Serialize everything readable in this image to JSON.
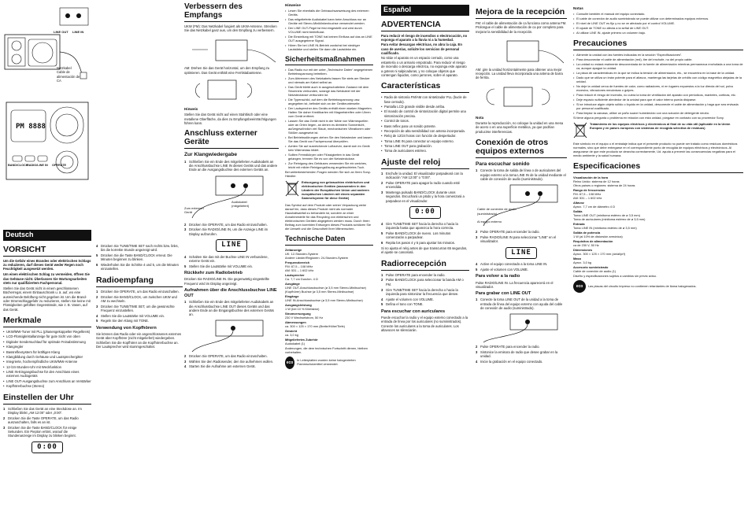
{
  "hero": {
    "callout_power": "Netzkabel\nCable de\nalimentación de\nCA",
    "lbl_line_out": "LINE OUT",
    "lbl_line_in": "LINE IN",
    "btn_bandclock": "BAND/CLOCK",
    "btn_radioline": "RADIO/LINE IN",
    "btn_operate": "OPERATE",
    "lcd": "PM 8888"
  },
  "de": {
    "lang": "Deutsch",
    "vorsicht_title": "VORSICHT",
    "vorsicht_bold": "Um die Gefahr eines Brandes oder elektrischen Schlags zu reduzieren, darf dieses Gerät weder Regen noch Feuchtigkeit ausgesetzt werden.",
    "vorsicht_bold2": "Um einen elektrischen Schlag zu vermeiden, öffnen Sie das Gehäuse nicht. Überlassen Sie Wartungsarbeiten stets nur qualifiziertem Fachpersonal.",
    "vorsicht_text": "Stellen Sie das Gerät nicht in einem geschlossenen Bücherregal, einem Einbauschrank u. ä. auf, wo eine ausreichende Belüftung nicht gegeben ist. Um die Brand- oder Stromschlaggefahr zu reduzieren, stellen Sie keine mit Flüssigkeiten gefüllten Gegenstände, wie z. B. Vasen, auf das Gerät.",
    "merkmale_title": "Merkmale",
    "merkmale": [
      "UKW/MW-Tuner mit PLL (phasengekoppelter Regelkreis)",
      "LCD-Flüssigkristallanzeige für gute Sicht von oben",
      "Digitaler Sendersuchlauf für optimale Feinabstimmung",
      "Klangregler",
      "Bassreflexsystem für kräftigen Klang",
      "Klangbildung durch Gehäuse und Lautsprechergitter",
      "Integrierte, hochempfindliche UKW/MW-Antenne",
      "12-/24-Stunden-Uhr mit Weckfunktion",
      "LINE IN-Eingangsbuchse für den Anschluss eines externen Audiogeräts",
      "LINE OUT-Ausgangsbuchse zum Anschluss an Verstärker",
      "Kopfhörerbuchse (Stereo)"
    ],
    "uhr_title": "Einstellen der Uhr",
    "uhr_steps": [
      "Schließen Sie das Gerät an eine Steckdose an. Im Display blinkt „AM 12:00“ oder „0:00“.",
      "Drücken Sie die Taste OPERATE, um das Radio auszuschalten, falls es an ist.",
      "Drücken Sie die Taste BAND/CLOCK für einige Sekunden. Ein Piepton ertönt, worauf die Stundenanzeige im Display zu blinken beginnt."
    ],
    "lcd": "0:00",
    "steps2": [
      "Drücken Sie TUNE/TIME SET nach rechts bzw. links, bis die korrekte Stunde angezeigt wird.",
      "Drücken Sie die Taste BAND/CLOCK erneut. Die Minuten beginnen zu blinken.",
      "Wiederholen Sie die Schritte 4 und 5, um die Minuten einzustellen."
    ],
    "radio_title": "Radioempfang",
    "radio_steps": [
      "Drücken Sie OPERATE, um das Radio einzuschalten.",
      "Drücken Sie BAND/CLOCK, um zwischen UKW und AM zu wechseln.",
      "Drücken Sie TUNE/TIME SET, um die gewünschte Frequenz einzustellen.",
      "Stellen Sie die Lautstärke mit VOLUME ein.",
      "Regeln Sie den Klang mit TONE."
    ],
    "kopf_title": "Verwendung von Kopfhörern",
    "kopf_text": "Sie können das Radio oder ein angeschlossenes externes Gerät über Kopfhörer (nicht mitgeliefert) wiedergeben. Schließen Sie die Kopfhörer an die Kopfhörerbuchse an. Der Lautsprecher wird stummgeschaltet.",
    "empf_title": "Verbessern des Empfangs",
    "empf_ukw": "UKW (FM): Das Netzkabel fungiert als UKW-Antenne. Strecken Sie das Netzkabel ganz aus, um den Empfang zu verbessern.",
    "empf_am": "AM: Drehen Sie das Gerät horizontal, um den Empfang zu optimieren. Das Gerät enthält eine Ferritstabantenne.",
    "hinweis_title": "Hinweis",
    "hinweis_text": "Stellen Sie das Gerät nicht auf einen Stahltisch oder eine metallene Oberfläche, da dies zu Empfangsbeeinträchtigungen führen kann.",
    "ext_title": "Anschluss externer Geräte",
    "ext_sub": "Zur Klangwiedergabe",
    "ext_steps": [
      "Schließen Sie ein Ende des mitgelieferten Audiokabels an die Anschlussbuchse LINE IN dieses Geräts und das andere Ende an die Ausgangsbuchse des externen Geräts an.",
      "Drücken Sie OPERATE, um das Radio einzuschalten.",
      "Drücken Sie RADIO/LINE IN, um die Anzeige LINE im Display aufzurufen."
    ],
    "cable_label": "Audiokabel\n(mitgeliefert)",
    "ext_device": "Zum externen\nGerät",
    "lcd_line": "LINE",
    "ext_steps2": [
      "Schalten Sie das mit der Buchse LINE IN verbundene, externe Gerät ein.",
      "Stellen Sie die Lautstärke mit VOLUME ein."
    ],
    "rueck_title": "Rückkehr zum Radiobetrieb",
    "rueck_text": "Drücken Sie RADIO/LINE IN. Die gegenwärtig eingestellte Frequenz wird im Display angezeigt.",
    "auf_title": "Aufnahmen über die Anschlussbuchse LINE OUT",
    "auf_steps": [
      "Schließen Sie ein Ende des mitgelieferten Audiokabels an die Anschlussbuchse LINE OUT dieses Geräts und das andere Ende an die Eingangsbuchse des externen Geräts an.",
      "Drücken Sie OPERATE, um das Radio einzuschalten.",
      "Wählen Sie den Radiosender, den Sie aufnehmen wollen.",
      "Starten Sie die Aufnahme am externen Gerät."
    ],
    "hinweise_title": "Hinweise",
    "hinweise": [
      "Lesen Sie ebenfalls die Gebrauchsanweisung des externen Geräts.",
      "Das mitgelieferte Audiokabel kann beim Anschluss nur an Geräte mit Stereo-Miniklinkenbuchse verwendet werden.",
      "Der LINE OUT-Pegel ist fest eingestellt und wird durch VOLUME nicht beeinflusst.",
      "Die Einstellung mit TONE hat keinen Einfluss auf das an LINE OUT ausgegebene Signal.",
      "Hören Sie bei LINE IN-Betrieb zunächst bei niedriger Lautstärke und stellen Sie dann die Lautstärke ein."
    ],
    "sich_title": "Sicherheitsmaßnahmen",
    "sich": [
      "Das Radio nur mit der unter „Technische Daten“ angegebenen Betriebsspannung betreiben.",
      "Zum Abtrennen des Netzkabels fassen Sie stets am Stecker und niemals am Kabel selbst an.",
      "Das Gerät bleibt auch in ausgeschaltetem Zustand mit dem Stromnetz verbunden, solange das Netzkabel mit der Netzsteckdose verbunden ist.",
      "Die Typenschild, auf dem die Betriebsspannung usw. angegeben ist, befindet sich an der Geräteunterseite.",
      "Der Lautsprecher des Geräts enthält einen starken Magneten. Halten Sie daher Kreditkarten mit Magnetstreifen oder Uhren vom Gerät entfernt.",
      "Lassen Sie das Gerät nicht in der Nähe von Wärmequellen oder an Orten liegen, an denen es direktem Sonnenlicht, außergewöhnlich viel Staub, mechanischen Vibrationen oder Stößen ausgesetzt ist.",
      "Bei Betriebsstörungen ziehen Sie den Netzstecker und lassen Sie das Gerät von Fachpersonal überprüfen.",
      "Achten Sie auf ausreichende Luftzufuhr, damit sich im Gerät kein Wärmestau bildet.",
      "Sollten Fremdkörper oder Flüssigkeiten in das Gerät gelangen, trennen Sie es von der Netzsteckdose.",
      "Zur Reinigung des Gehäuses verwenden Sie ein weiches, leicht mit milder Reinigungslösung angefeuchtetes Tuch."
    ],
    "sich_footer": "Bei weiterbestehenden Fragen wenden Sie sich an Ihren Sony-Händler.",
    "entsorg_title": "Entsorgung von gebrauchten elektrischen und elektronischen Geräten (anzuwenden in den Ländern der Europäischen Union und anderen europäischen Ländern mit einem separaten Sammelsystem für diese Geräte)",
    "entsorg_text": "Das Symbol auf dem Produkt oder seiner Verpackung weist darauf hin, dass dieses Produkt nicht als normaler Haushaltsabfall zu behandeln ist, sondern an einer Annahmestelle für das Recycling von elektrischen und elektronischen Geräten abgegeben werden muss. Durch Ihren Beitrag zum korrekten Entsorgen dieses Produkts schützen Sie die Umwelt und die Gesundheit Ihrer Mitmenschen.",
    "tech_title": "Technische Daten",
    "tech": [
      {
        "h": "Zeitanzeige",
        "v": "UK: 12-Stunden-System\nAndere Länder/Regionen: 24-Stunden-System"
      },
      {
        "h": "Frequenzbereich",
        "v": "FM: 87,5 – 108 MHz\nAM: 531 – 1 602 kHz"
      },
      {
        "h": "Lautsprecher",
        "v": "Ca. 7,7 cm Durchm. 4 Ω"
      },
      {
        "h": "Ausgänge",
        "v": "LINE OUT-Anschlussbuchse (ø 3,5 mm Stereo-Minibuchse)\n(Kopfhörer) Buchse (ø 3,5 mm Stereo-Minibuchse)"
      },
      {
        "h": "Eingänge",
        "v": "LINE IN-Anschlussbuchse (ø 3,5 mm Stereo-Minibuchse)"
      },
      {
        "h": "Ausgangsleistung",
        "v": "1 W (bei 10 % Klirrfaktor)"
      },
      {
        "h": "Stromversorgung",
        "v": "230 V Wechselstrom, 50 Hz"
      },
      {
        "h": "Abmessungen",
        "v": "ca. 300 × 125 × 170 mm (Breite/Höhe/Tiefe)"
      },
      {
        "h": "Gewicht",
        "v": "ca. 3,0 kg"
      },
      {
        "h": "Mitgeliefertes Zubehör",
        "v": "Audiokabel (1)"
      }
    ],
    "tech_footer": "Änderungen, die dem technischen Fortschritt dienen, bleiben vorbehalten.",
    "eco_text": "In Leiterplatten wurden keine halogenierten Flammschutzmittel verwendet."
  },
  "es": {
    "lang": "Español",
    "adv_title": "ADVERTENCIA",
    "adv_bold": "Para reducir el riesgo de incendios o electrocución, no exponga el aparato a la lluvia ni a la humedad.",
    "adv_bold2": "Para evitar descargas eléctricas, no abra la caja. En caso de averías, solicite los servicios de personal cualificado.",
    "adv_text": "No sitúe el aparato en un espacio cerrado, como una estantería o un armario empotrado. Para reducir el riesgo de incendio o descarga eléctrica, no exponga este aparato a goteos ni salpicaduras, y no coloque objetos que contengan líquidos, como jarrones, sobre el aparato.",
    "car_title": "Características",
    "car": [
      "Radio de sintonía FM/AM con sintetizador PLL (bucle de fase cerrado).",
      "Pantalla LCD grande visible desde arriba.",
      "El mando de control de sintonización digital permite una sintonización precisa.",
      "Control de tonos.",
      "Bass reflex para un sonido potente.",
      "Recepción de alta sensibilidad con antena incorporada.",
      "Reloj de 12/24 horas con función de despertador.",
      "Toma LINE IN para conectar un equipo externo.",
      "Toma LINE OUT para grabación.",
      "Toma de auriculares estéreo."
    ],
    "reloj_title": "Ajuste del reloj",
    "reloj_steps": [
      "Enchufe la unidad. El visualizador parpadeará con la indicación “AM 12:00” o “0:00”.",
      "Pulse OPERATE para apagar la radio cuando esté encendida.",
      "Mantenga pulsado BAND/CLOCK durante unos segundos. Escuchará un pitido y la hora comenzará a parpadear en el visualizador."
    ],
    "lcd": "0:00",
    "reloj_steps2": [
      "Gire TUNE/TIME SET hacia la derecha o hacia la izquierda hasta que aparezca la hora correcta.",
      "Pulse BAND/CLOCK de nuevo. Los minutos comenzarán a parpadear.",
      "Repita los pasos 4 y 5 para ajustar los minutos."
    ],
    "reloj_note": "Si no ajusta el reloj antes de que transcurran 65 segundos, el ajuste se cancelará.",
    "rec_title": "Radiorrecepción",
    "rec_steps": [
      "Pulse OPERATE para encender la radio.",
      "Pulse BAND/CLOCK para seleccionar la banda AM o FM.",
      "Gire TUNE/TIME SET hacia la derecha o hacia la izquierda para sintonizar la frecuencia que desee.",
      "Ajuste el volumen con VOLUME.",
      "Defina el tono con TONE."
    ],
    "auric_title": "Para escuchar con auriculares",
    "auric_text": "Puede escuchar la radio y el equipo externo conectado a la entrada de línea por los auriculares (no suministrados). Conecte los auriculares a la toma de auriculares. Los altavoces se silenciarán.",
    "mejora_title": "Mejora de la recepción",
    "mejora_fm": "FM: el cable de alimentación de ca funciona como antena FM. Prolongue el cable de alimentación de ca por completo para mejorar la sensibilidad de la recepción.",
    "mejora_am": "AM: gire la unidad horizontalmente para obtener una mejor recepción. La unidad lleva incorporada una antena de barra de ferrita.",
    "nota_title": "Nota",
    "nota_text": "Durante la reproducción, no coloque la unidad en una mesa de acero o en una superficie metálica, ya que podrían producirse interferencias.",
    "con_title": "Conexión de otros equipos externos",
    "con_sub": "Para escuchar sonido",
    "con_steps": [
      "Conecte la toma de salida de línea o de auriculares del equipo externo a la toma LINE IN de la unidad mediante el cable de conexión de audio (suministrado)."
    ],
    "cable_label": "Cable de conexión de audio (suministrado)",
    "ext_device": "Al equipo externo",
    "con_steps2": [
      "Pulse OPERATE para encender la radio.",
      "Pulse RADIO/LINE IN para seleccionar “LINE” en el visualizador."
    ],
    "lcd_line": "LINE",
    "con_steps3": [
      "Active el equipo conectado a la toma LINE IN.",
      "Ajuste el volumen con VOLUME."
    ],
    "volver_title": "Para volver a la radio",
    "volver_text": "Pulse RADIO/LINE IN. La frecuencia aparecerá en el visualizador.",
    "grabar_title": "Para grabar con LINE OUT",
    "grabar_steps": [
      "Conecte la toma LINE OUT de la unidad a la toma de entrada de línea del equipo externo con ayuda del cable de conexión de audio (suministrado).",
      "Pulse OPERATE para encender la radio.",
      "Sintonice la emisora de radio que desee grabar en la unidad.",
      "Inicie la grabación en el equipo conectado."
    ],
    "notas_title": "Notas",
    "notas": [
      "Consulte también el manual del equipo conectado.",
      "El cable de conexión de audio suministrado se puede utilizar con determinados equipos externos.",
      "El nivel de LINE OUT es fijo y no se ve afectado por el control VOLUME.",
      "El ajuste de TONE no afecta a la señal de LINE OUT.",
      "Al utilizar LINE IN, ajuste primero un volumen bajo."
    ],
    "prec_title": "Precauciones",
    "prec": [
      "Alimente la unidad con las fuentes indicadas en la sección “Especificaciones”.",
      "Para desconectar el cable de alimentación (red), tire del enchufe, no del propio cable.",
      "La unidad no estará realmente desconectada de la fuente de alimentación mientras permanezca enchufada a una toma de ca, aunque apague la unidad.",
      "La placa de características en la que se indica la tensión de alimentación, etc., se encuentra en la base de la unidad.",
      "Dado que se utiliza un imán potente para el altavoz, mantenga las tarjetas de crédito con código magnético alejadas de la unidad.",
      "No deje la unidad cerca de fuentes de calor, como radiadores, ni en lugares expuestos a la luz directa del sol, polvo excesivo, vibraciones mecánicas o golpes.",
      "Para reducir el riesgo de incendio, no cubra la toma de ventilación del aparato con periódicos, manteles, cortinas, etc.",
      "Deje espacio suficiente alrededor de la unidad para que el calor interno pueda disiparse.",
      "Si se introduce algún objeto sólido o líquido en la unidad, desconecte el cable de alimentación y haga que sea revisada por personal cualificado.",
      "Para limpiar la carcasa, utilice un paño suave humedecido con una solución de detergente neutro."
    ],
    "prec_footer": "Si tiene alguna pregunta o problema en relación con esta unidad, póngase en contacto con su proveedor Sony.",
    "trat_title": "Tratamiento de los equipos eléctricos y electrónicos al final de su vida útil (aplicable en la Unión Europea y en países europeos con sistemas de recogida selectiva de residuos)",
    "trat_text": "Este símbolo en el equipo o el embalaje indica que el presente producto no puede ser tratado como residuos domésticos normales, sino que debe entregarse en el correspondiente punto de recogida de equipos eléctricos y electrónicos. Al asegurarse de que este producto se desecha correctamente, Ud. ayuda a prevenir las consecuencias negativas para el medio ambiente y la salud humana.",
    "esp_title": "Especificaciones",
    "esp": [
      {
        "h": "Visualización de la hora",
        "v": "Reino Unido: sistema de 12 horas\nOtros países o regiones: sistema de 24 horas"
      },
      {
        "h": "Rango de frecuencias",
        "v": "FM: 87,5 – 108 MHz\nAM: 531 – 1 602 kHz"
      },
      {
        "h": "Altavoz",
        "v": "Aprox. 7,7 cm de diámetro 4 Ω"
      },
      {
        "h": "Salida",
        "v": "Toma LINE OUT (minitoma estéreo de ø 3,5 mm)\nToma de auriculares (minitoma estéreo de ø 3,5 mm)"
      },
      {
        "h": "Entrada",
        "v": "Toma LINE IN (minitoma estéreo de ø 3,5 mm)"
      },
      {
        "h": "Salida de potencia",
        "v": "1 W (al 10% de distorsión armónica)"
      },
      {
        "h": "Requisitos de alimentación",
        "v": "ca de 230 V, 50 Hz"
      },
      {
        "h": "Dimensiones",
        "v": "Aprox. 300 × 125 × 170 mm (an/al/prf)"
      },
      {
        "h": "Masa",
        "v": "Aprox. 3,0 kg"
      },
      {
        "h": "Accesorio suministrado",
        "v": "Cable de conexión de audio (1)"
      }
    ],
    "esp_footer": "Diseño y especificaciones sujetos a cambios sin previo aviso.",
    "eco_text": "Las placas del circuito impreso no contienen retardantes de llama halogenados."
  },
  "common": {
    "eco": "eco"
  }
}
